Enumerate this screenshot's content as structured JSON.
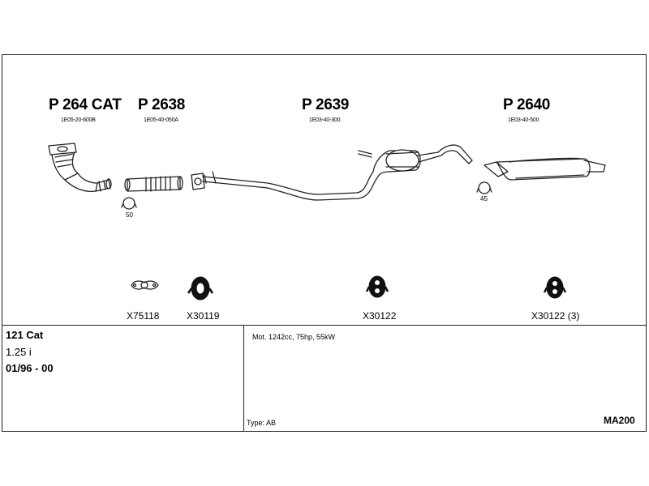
{
  "parts": {
    "p264": {
      "number": "P 264 CAT",
      "code": "1E05-20-600B"
    },
    "p2638": {
      "number": "P 2638",
      "code": "1E05-40-050A"
    },
    "p2639": {
      "number": "P 2639",
      "code": "1E03-40-300"
    },
    "p2640": {
      "number": "P 2640",
      "code": "1E03-40-500"
    }
  },
  "clamps": {
    "c50": "50",
    "c45": "45"
  },
  "hardware": {
    "x75118": "X75118",
    "x30119": "X30119",
    "x30122a": "X30122",
    "x30122b": "X30122 (3)"
  },
  "vehicle": {
    "model": "121 Cat",
    "engine": "1.25 i",
    "dates": "01/96 - 00"
  },
  "specs": {
    "motor": "Mot. 1242cc, 75hp, 55kW",
    "type": "Type:  AB",
    "ref": "MA200"
  }
}
